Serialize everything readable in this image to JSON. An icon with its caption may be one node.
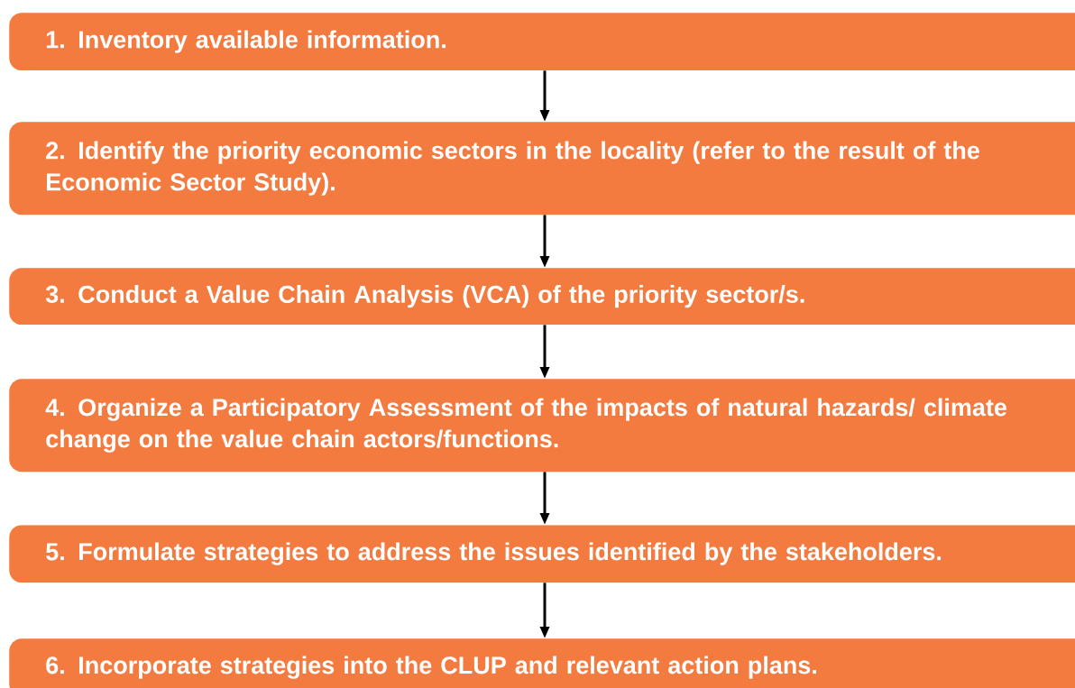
{
  "diagram": {
    "nodes": [
      {
        "text": [
          "1. Inventory available information."
        ]
      },
      {
        "text": [
          "2. Identify the priority economic sectors in the locality (refer to the result of the Economic Sector Study)."
        ]
      },
      {
        "text": [
          "3. Conduct a Value Chain Analysis (VCA) of the priority sector/s."
        ]
      },
      {
        "text": [
          "4. Organize a Participatory Assessment of the impacts of natural hazards/ climate change on the value chain actors/functions."
        ]
      },
      {
        "text": [
          "5. Formulate strategies to address the issues identified by the stakeholders."
        ]
      },
      {
        "text": [
          "6. Incorporate strategies into the CLUP and relevant action plans."
        ]
      }
    ],
    "edges": [
      {
        "from": 0,
        "to": 1,
        "arrow": "to"
      },
      {
        "from": 1,
        "to": 2,
        "arrow": "to"
      },
      {
        "from": 2,
        "to": 3,
        "arrow": "to"
      },
      {
        "from": 3,
        "to": 4,
        "arrow": "to"
      },
      {
        "from": 4,
        "to": 5,
        "arrow": "to"
      }
    ]
  }
}
